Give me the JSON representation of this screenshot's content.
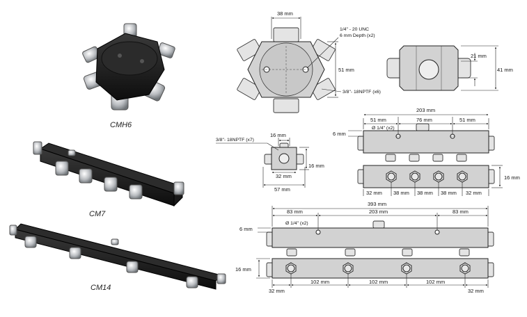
{
  "labels": {
    "cmh6": "CMH6",
    "cm7": "CM7",
    "cm14": "CM14"
  },
  "cmh6": {
    "width": "38 mm",
    "thread_line1": "1/4\" - 20 UNC",
    "thread_line2": "6 mm Depth (x2)",
    "height": "51 mm",
    "port": "3/8\"- 18NPTF (x6)"
  },
  "cmh6_side": {
    "dim_a": "21 mm",
    "dim_b": "41 mm"
  },
  "cm7_end": {
    "port": "3/8\"- 18NPTF (x7)",
    "top": "16 mm",
    "side": "16 mm",
    "inner": "32 mm",
    "outer": "57 mm"
  },
  "cm7_top": {
    "overall": "203 mm",
    "left": "51 mm",
    "middle": "76 mm",
    "right": "51 mm",
    "hole": "Ø 1/4\" (x2)",
    "depth": "6 mm"
  },
  "cm7_front": {
    "segments": [
      "32 mm",
      "38 mm",
      "38 mm",
      "38 mm",
      "32 mm"
    ],
    "height": "16 mm"
  },
  "cm14_top": {
    "overall": "393 mm",
    "left": "83 mm",
    "middle": "203 mm",
    "right": "83 mm",
    "hole": "Ø 1/4\" (x2)",
    "depth": "6 mm"
  },
  "cm14_front": {
    "left": "32 mm",
    "gap1": "102 mm",
    "gap2": "102 mm",
    "gap3": "102 mm",
    "right": "32 mm",
    "height": "16 mm"
  }
}
